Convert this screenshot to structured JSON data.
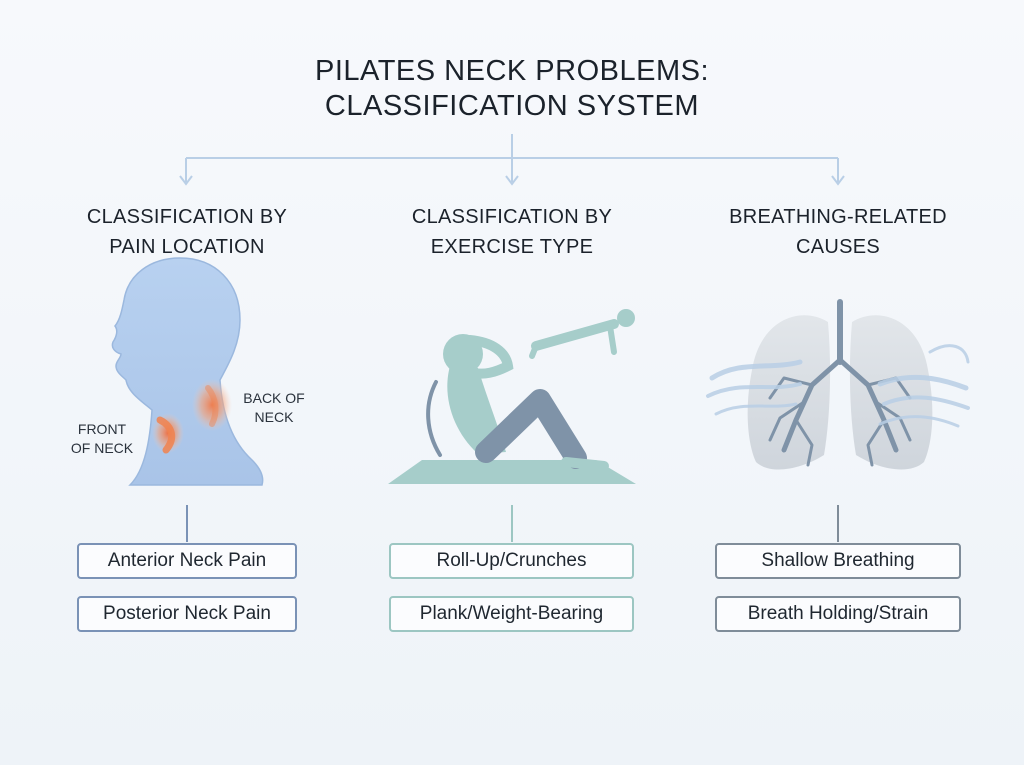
{
  "title": {
    "line1": "PILATES NECK PROBLEMS:",
    "line2": "CLASSIFICATION SYSTEM"
  },
  "categories": [
    {
      "title_line1": "CLASSIFICATION BY",
      "title_line2": "PAIN LOCATION",
      "illustration": "head-neck-profile-icon",
      "labels": {
        "front_line1": "FRONT",
        "front_line2": "OF NECK",
        "back_line1": "BACK OF",
        "back_line2": "NECK"
      },
      "items": [
        "Anterior Neck Pain",
        "Posterior Neck Pain"
      ]
    },
    {
      "title_line1": "CLASSIFICATION BY",
      "title_line2": "EXERCISE TYPE",
      "illustration": "crunch-and-plank-figures-icon",
      "items": [
        "Roll-Up/Crunches",
        "Plank/Weight-Bearing"
      ]
    },
    {
      "title_line1": "BREATHING-RELATED",
      "title_line2": "CAUSES",
      "illustration": "lungs-airflow-icon",
      "items": [
        "Shallow Breathing",
        "Breath Holding/Strain"
      ]
    }
  ],
  "colors": {
    "connector": "#b9cfe6",
    "pain_border": "#7a92b6",
    "exercise_border": "#9cc6c2",
    "breathing_border": "#7f8c99",
    "head_fill": "#b3cdee",
    "pain_glow": "#f08a5a",
    "figure_teal": "#a6cdca",
    "figure_slate": "#7f93a8",
    "lung_fill": "#d7dce2",
    "airway": "#7f93a8"
  }
}
